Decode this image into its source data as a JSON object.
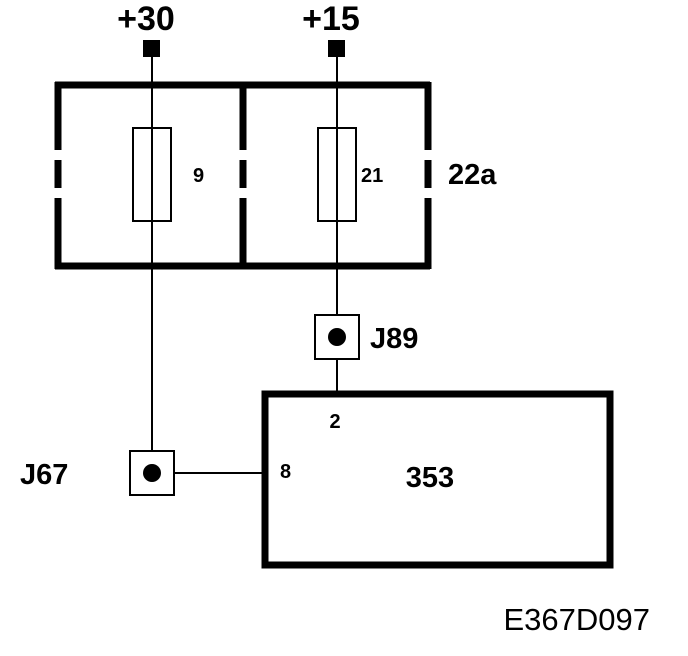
{
  "terminals": {
    "left": "+30",
    "right": "+15"
  },
  "fuse_box": {
    "label": "22a",
    "fuses": [
      {
        "number": "9"
      },
      {
        "number": "21"
      }
    ]
  },
  "connectors": {
    "upper": "J89",
    "lower": "J67"
  },
  "module": {
    "label": "353",
    "pins": {
      "top": "2",
      "left": "8"
    }
  },
  "figure_code": "E367D097",
  "colors": {
    "ink": "#000000",
    "background": "#ffffff"
  }
}
